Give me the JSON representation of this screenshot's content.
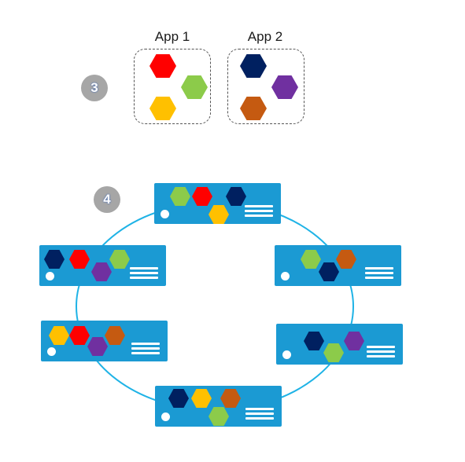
{
  "apps": [
    {
      "label": "App 1",
      "services": [
        {
          "color": "#ff0000",
          "name": "red-service-hexagon"
        },
        {
          "color": "#8ccb4a",
          "name": "green-service-hexagon"
        },
        {
          "color": "#ffc000",
          "name": "yellow-service-hexagon"
        }
      ]
    },
    {
      "label": "App 2",
      "services": [
        {
          "color": "#002060",
          "name": "navy-service-hexagon"
        },
        {
          "color": "#7030a0",
          "name": "purple-service-hexagon"
        },
        {
          "color": "#c55a11",
          "name": "orange-service-hexagon"
        }
      ]
    }
  ],
  "steps": [
    {
      "number": "3"
    },
    {
      "number": "4"
    }
  ],
  "cluster": {
    "ring_color": "#1fb3e6",
    "server_color": "#1b9ad3",
    "nodes": [
      {
        "name": "server-node-top",
        "services": [
          "#8ccb4a",
          "#ff0000",
          "#002060",
          "#ffc000"
        ]
      },
      {
        "name": "server-node-upper-right",
        "services": [
          "#8ccb4a",
          "#c55a11",
          "#002060"
        ]
      },
      {
        "name": "server-node-lower-right",
        "services": [
          "#002060",
          "#7030a0",
          "#8ccb4a"
        ]
      },
      {
        "name": "server-node-bottom",
        "services": [
          "#002060",
          "#ffc000",
          "#c55a11",
          "#8ccb4a"
        ]
      },
      {
        "name": "server-node-lower-left",
        "services": [
          "#ffc000",
          "#ff0000",
          "#c55a11",
          "#7030a0"
        ]
      },
      {
        "name": "server-node-upper-left",
        "services": [
          "#002060",
          "#ff0000",
          "#8ccb4a",
          "#7030a0"
        ]
      }
    ]
  }
}
